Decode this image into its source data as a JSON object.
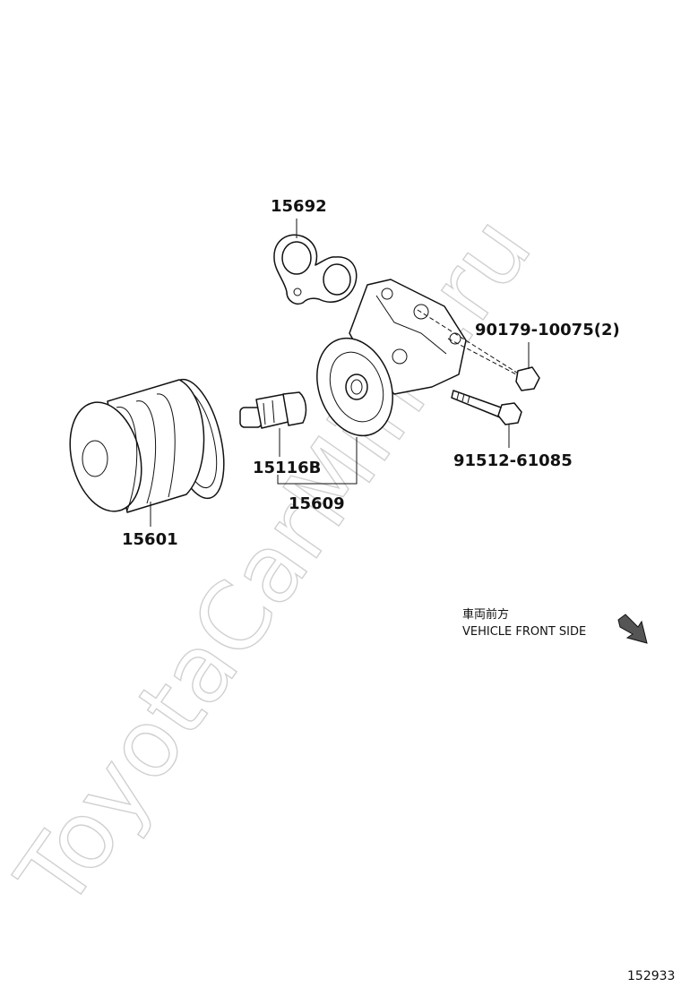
{
  "watermark": "ToyotaCarMine.ru",
  "parts": {
    "gasket": "15692",
    "bolt_a": "90179-10075(2)",
    "bolt_b": "91512-61085",
    "sensor": "15116B",
    "assembly": "15609",
    "filter": "15601"
  },
  "direction": {
    "japanese": "車両前方",
    "english": "VEHICLE FRONT SIDE",
    "arrow_icon": "front-direction-arrow-icon"
  },
  "figure_ref": "152933"
}
